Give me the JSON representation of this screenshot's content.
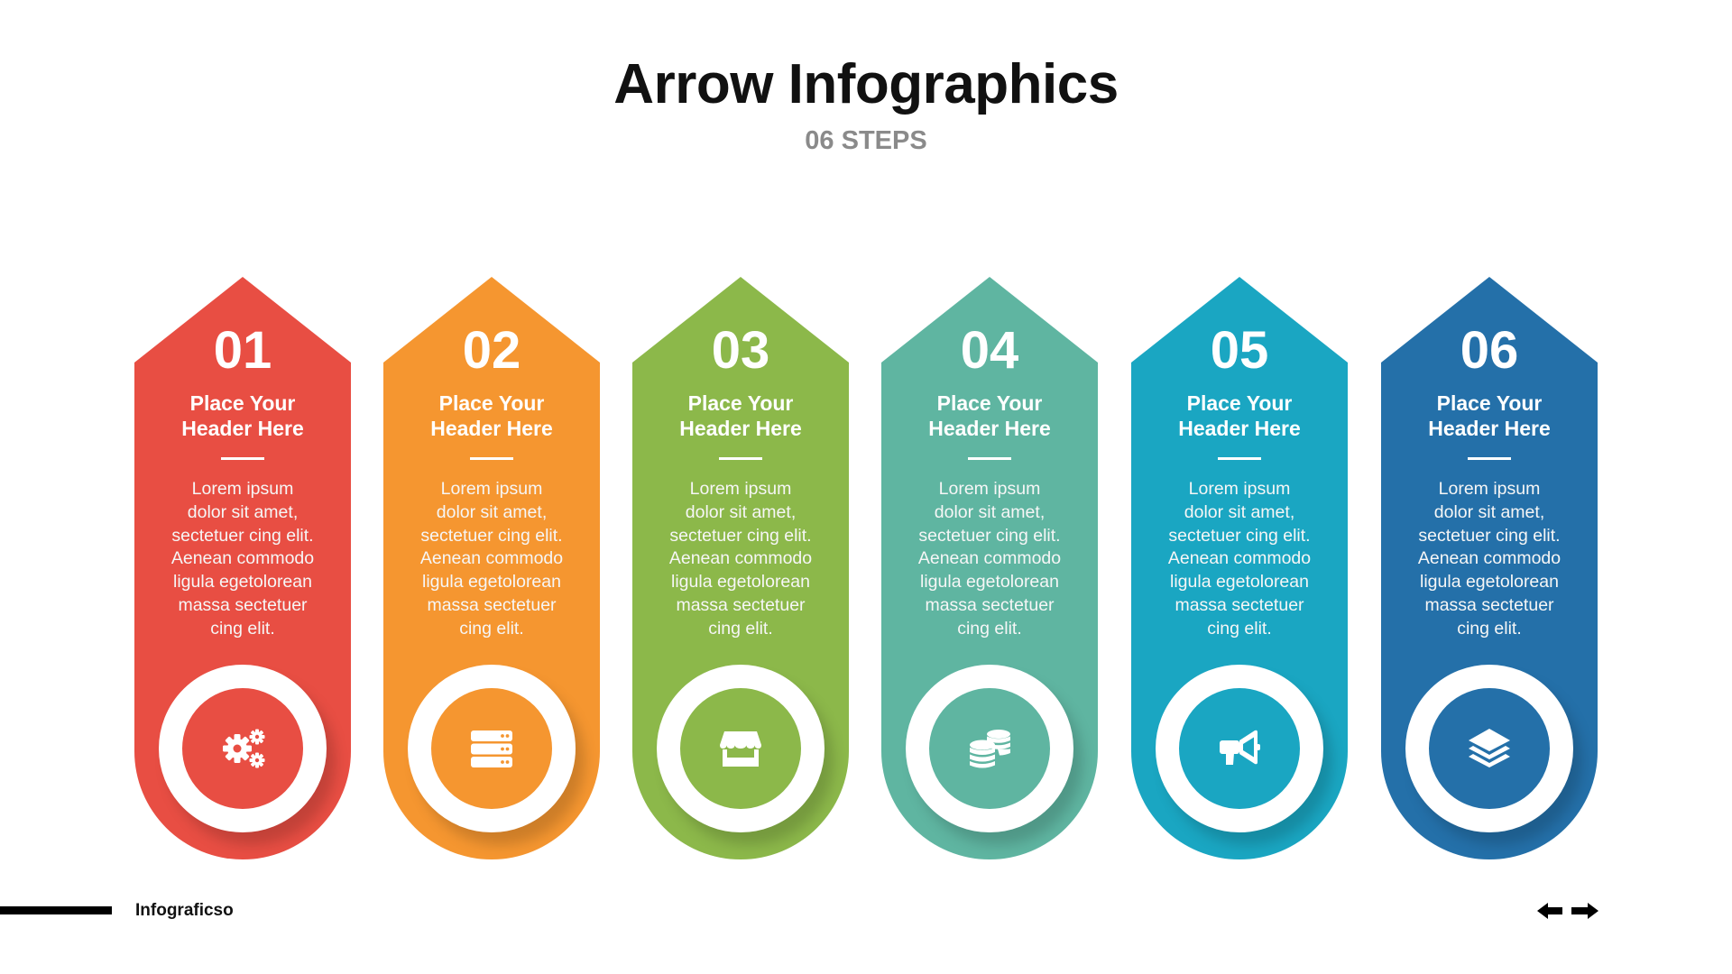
{
  "header": {
    "title": "Arrow Infographics",
    "subtitle": "06 STEPS"
  },
  "steps": [
    {
      "number": "01",
      "header_line1": "Place Your",
      "header_line2": "Header Here",
      "body_lines": [
        "Lorem ipsum",
        "dolor sit amet,",
        "sectetuer cing elit.",
        "Aenean commodo",
        "ligula egetolorean",
        "massa sectetuer",
        "cing elit."
      ],
      "icon": "gears-icon",
      "color": "#E84E43"
    },
    {
      "number": "02",
      "header_line1": "Place Your",
      "header_line2": "Header Here",
      "body_lines": [
        "Lorem ipsum",
        "dolor sit amet,",
        "sectetuer cing elit.",
        "Aenean commodo",
        "ligula egetolorean",
        "massa sectetuer",
        "cing elit."
      ],
      "icon": "server-icon",
      "color": "#F59630"
    },
    {
      "number": "03",
      "header_line1": "Place Your",
      "header_line2": "Header Here",
      "body_lines": [
        "Lorem ipsum",
        "dolor sit amet,",
        "sectetuer cing elit.",
        "Aenean commodo",
        "ligula egetolorean",
        "massa sectetuer",
        "cing elit."
      ],
      "icon": "store-icon",
      "color": "#8CB84A"
    },
    {
      "number": "04",
      "header_line1": "Place Your",
      "header_line2": "Header Here",
      "body_lines": [
        "Lorem ipsum",
        "dolor sit amet,",
        "sectetuer cing elit.",
        "Aenean commodo",
        "ligula egetolorean",
        "massa sectetuer",
        "cing elit."
      ],
      "icon": "coins-icon",
      "color": "#5FB5A1"
    },
    {
      "number": "05",
      "header_line1": "Place Your",
      "header_line2": "Header Here",
      "body_lines": [
        "Lorem ipsum",
        "dolor sit amet,",
        "sectetuer cing elit.",
        "Aenean commodo",
        "ligula egetolorean",
        "massa sectetuer",
        "cing elit."
      ],
      "icon": "megaphone-icon",
      "color": "#1AA6C2"
    },
    {
      "number": "06",
      "header_line1": "Place Your",
      "header_line2": "Header Here",
      "body_lines": [
        "Lorem ipsum",
        "dolor sit amet,",
        "sectetuer cing elit.",
        "Aenean commodo",
        "ligula egetolorean",
        "massa sectetuer",
        "cing elit."
      ],
      "icon": "layers-icon",
      "color": "#2470A9"
    }
  ],
  "footer": {
    "brand": "Infograficso",
    "prev_icon": "arrow-left-icon",
    "next_icon": "arrow-right-icon"
  }
}
